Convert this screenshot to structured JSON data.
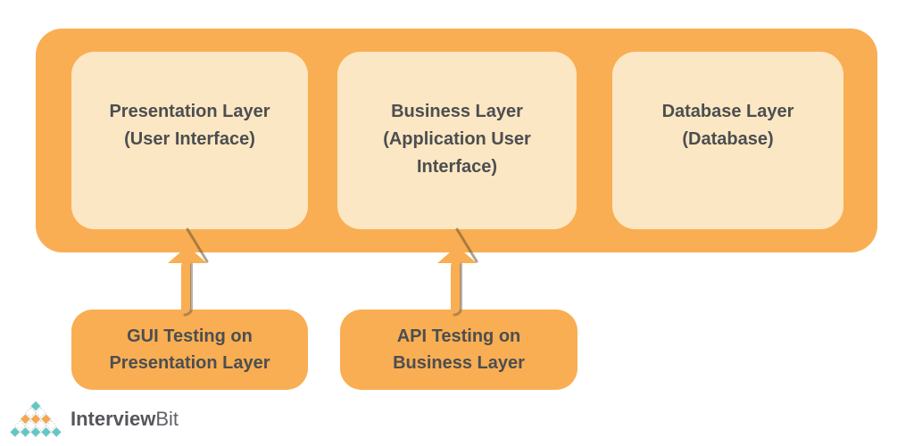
{
  "colors": {
    "orange": "#F9AE53",
    "cream": "#FBE7C3",
    "boxText": "#4C4E50",
    "teal": "#5FC8C5",
    "logoOrange": "#F7A649",
    "logoTextDark": "#54565A",
    "logoTextLight": "#606265"
  },
  "diagram": {
    "layers": [
      {
        "label": "Presentation Layer (User Interface)",
        "lines": [
          "Presentation Layer",
          "(User Interface)"
        ]
      },
      {
        "label": "Business Layer (Application User Interface)",
        "lines": [
          "Business Layer",
          "(Application User",
          "Interface)"
        ]
      },
      {
        "label": "Database Layer (Database)",
        "lines": [
          "Database Layer",
          "(Database)"
        ]
      }
    ],
    "tests": [
      {
        "label": "GUI Testing on Presentation Layer",
        "lines": [
          "GUI Testing on",
          "Presentation Layer"
        ]
      },
      {
        "label": "API Testing on Business Layer",
        "lines": [
          "API Testing on",
          "Business Layer"
        ]
      }
    ]
  },
  "logo": {
    "brand_bold": "Interview",
    "brand_light": "Bit",
    "pyramid_rows": [
      [
        "teal"
      ],
      [
        "white",
        "white"
      ],
      [
        "orange",
        "orange",
        "orange"
      ],
      [
        "white",
        "white",
        "white",
        "white"
      ],
      [
        "teal",
        "teal",
        "teal",
        "teal",
        "teal"
      ]
    ]
  }
}
